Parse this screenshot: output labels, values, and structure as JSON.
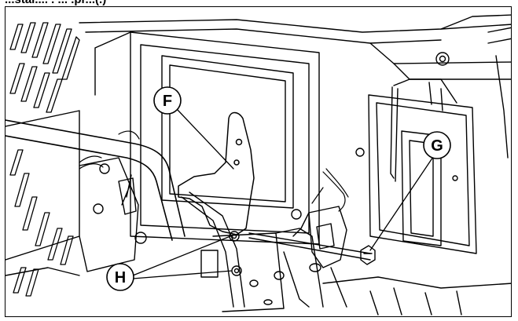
{
  "caption_fragment": "...stal.... . ... .pr...(.)",
  "callouts": {
    "f": "F",
    "g": "G",
    "h": "H"
  },
  "colors": {
    "line": "#000000",
    "background": "#ffffff"
  }
}
